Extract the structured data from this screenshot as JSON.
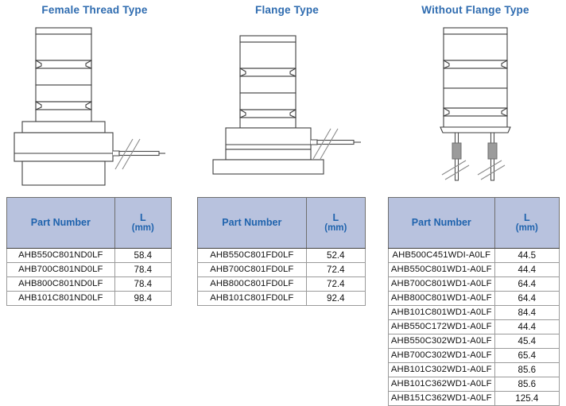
{
  "columns": [
    {
      "id": "female-thread",
      "title": "Female Thread Type",
      "drawing": "sensor-female-thread-diagram",
      "table": {
        "headers": {
          "part_number": "Part Number",
          "l_main": "L",
          "l_sub": "(mm)"
        },
        "rows": [
          {
            "part_number": "AHB550C801ND0LF",
            "l": "58.4"
          },
          {
            "part_number": "AHB700C801ND0LF",
            "l": "78.4"
          },
          {
            "part_number": "AHB800C801ND0LF",
            "l": "78.4"
          },
          {
            "part_number": "AHB101C801ND0LF",
            "l": "98.4"
          }
        ]
      }
    },
    {
      "id": "flange",
      "title": "Flange Type",
      "drawing": "sensor-flange-diagram",
      "table": {
        "headers": {
          "part_number": "Part Number",
          "l_main": "L",
          "l_sub": "(mm)"
        },
        "rows": [
          {
            "part_number": "AHB550C801FD0LF",
            "l": "52.4"
          },
          {
            "part_number": "AHB700C801FD0LF",
            "l": "72.4"
          },
          {
            "part_number": "AHB800C801FD0LF",
            "l": "72.4"
          },
          {
            "part_number": "AHB101C801FD0LF",
            "l": "92.4"
          }
        ]
      }
    },
    {
      "id": "without-flange",
      "title": "Without Flange Type",
      "drawing": "sensor-without-flange-diagram",
      "table": {
        "headers": {
          "part_number": "Part Number",
          "l_main": "L",
          "l_sub": "(mm)"
        },
        "rows": [
          {
            "part_number": "AHB500C451WDI-A0LF",
            "l": "44.5"
          },
          {
            "part_number": "AHB550C801WD1-A0LF",
            "l": "44.4"
          },
          {
            "part_number": "AHB700C801WD1-A0LF",
            "l": "64.4"
          },
          {
            "part_number": "AHB800C801WD1-A0LF",
            "l": "64.4"
          },
          {
            "part_number": "AHB101C801WD1-A0LF",
            "l": "84.4"
          },
          {
            "part_number": "AHB550C172WD1-A0LF",
            "l": "44.4"
          },
          {
            "part_number": "AHB550C302WD1-A0LF",
            "l": "45.4"
          },
          {
            "part_number": "AHB700C302WD1-A0LF",
            "l": "65.4"
          },
          {
            "part_number": "AHB101C302WD1-A0LF",
            "l": "85.6"
          },
          {
            "part_number": "AHB101C362WD1-A0LF",
            "l": "85.6"
          },
          {
            "part_number": "AHB151C362WD1-A0LF",
            "l": "125.4"
          }
        ]
      }
    }
  ],
  "colors": {
    "title_blue": "#2f6cb0",
    "header_fill": "#b8c2de",
    "header_text": "#1f63ad",
    "line": "#3f3f3f",
    "page_background": "#ffffff",
    "sleeve_gray": "#9b9b9b"
  }
}
